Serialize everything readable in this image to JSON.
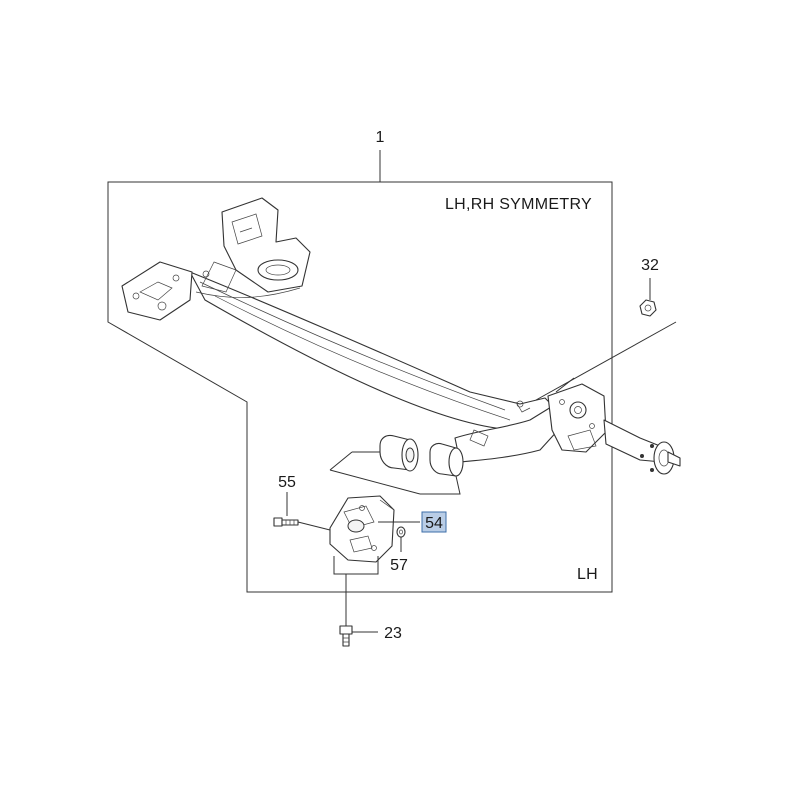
{
  "diagram": {
    "callouts": {
      "assembly": "1",
      "nut": "32",
      "bolt_long": "55",
      "bracket": "54",
      "washer": "57",
      "bolt_bottom": "23"
    },
    "notes": {
      "symmetry": "LH,RH SYMMETRY",
      "side": "LH"
    },
    "highlighted_callout": "54",
    "colors": {
      "line": "#333333",
      "highlight_fill": "#b9cde6",
      "highlight_border": "#3d6ea8"
    }
  }
}
